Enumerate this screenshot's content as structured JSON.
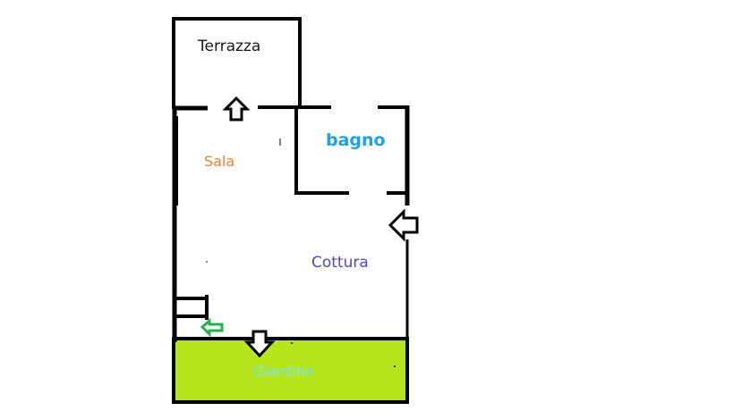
{
  "rooms": {
    "terrazza": {
      "label": "Terrazza",
      "color": "#1a1a1a"
    },
    "bagno": {
      "label": "bagno",
      "color": "#1fa2e0"
    },
    "sala": {
      "label": "Sala",
      "color": "#f07f2a"
    },
    "cottura": {
      "label": "Cottura",
      "color": "#4a4ac2"
    },
    "giardino": {
      "label": "Giardino",
      "color": "#7fe3f0",
      "fill": "#b5e51d"
    }
  },
  "arrows": [
    {
      "name": "terrazza-door-arrow",
      "direction": "up",
      "color": "#000000"
    },
    {
      "name": "side-entrance-arrow",
      "direction": "left",
      "color": "#000000"
    },
    {
      "name": "garden-door-arrow",
      "direction": "down",
      "color": "#000000"
    },
    {
      "name": "stairs-exit-arrow",
      "direction": "left",
      "color": "#22b14c"
    }
  ],
  "colors": {
    "walls": "#000000",
    "background": "#ffffff"
  }
}
